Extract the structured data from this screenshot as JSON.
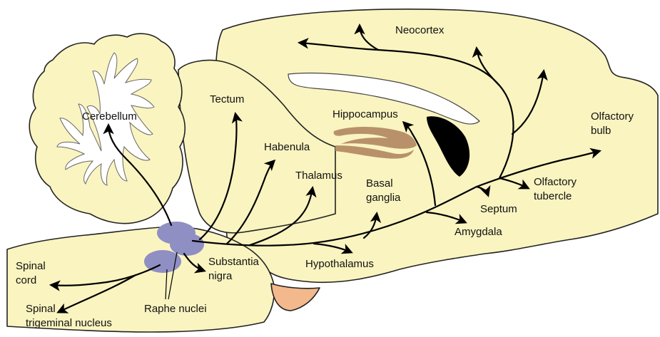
{
  "colors": {
    "tissue": "#FAF4C0",
    "white_matter": "#FFFFFF",
    "raphe": "#8F8FC4",
    "hippocampus": "#B8916A",
    "ventricle": "#000000",
    "pituitary": "#F3B98C",
    "arrow": "#000000"
  },
  "labels": {
    "neocortex": "Neocortex",
    "cerebellum": "Cerebellum",
    "tectum": "Tectum",
    "hippocampus": "Hippocampus",
    "olfactory_bulb_1": "Olfactory",
    "olfactory_bulb_2": "bulb",
    "habenula": "Habenula",
    "thalamus": "Thalamus",
    "basal_ganglia_1": "Basal",
    "basal_ganglia_2": "ganglia",
    "olfactory_tubercle_1": "Olfactory",
    "olfactory_tubercle_2": "tubercle",
    "septum": "Septum",
    "amygdala": "Amygdala",
    "substantia_nigra_1": "Substantia",
    "substantia_nigra_2": "nigra",
    "hypothalamus": "Hypothalamus",
    "spinal_cord_1": "Spinal",
    "spinal_cord_2": "cord",
    "spinal_trigeminal_1": "Spinal",
    "spinal_trigeminal_2": "trigeminal nucleus",
    "raphe_nuclei": "Raphe nuclei"
  }
}
